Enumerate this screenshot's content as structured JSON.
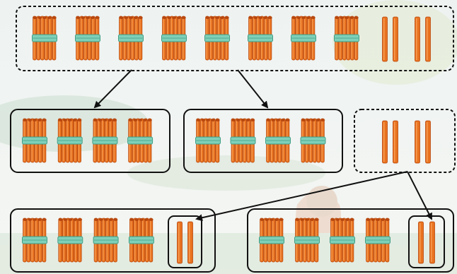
{
  "diagram": {
    "unit": "stick",
    "bundle_size": 10,
    "top_group": {
      "bundles": 8,
      "sticks": 4
    },
    "middle": [
      {
        "id": "left",
        "bundles": 4,
        "sticks": 0
      },
      {
        "id": "right",
        "bundles": 4,
        "sticks": 0
      },
      {
        "id": "leftover",
        "bundles": 0,
        "sticks": 4
      }
    ],
    "bottom": [
      {
        "id": "left",
        "bundles": 4,
        "sticks": 2
      },
      {
        "id": "right",
        "bundles": 4,
        "sticks": 2
      }
    ],
    "arrows": [
      {
        "from": "top",
        "to": "middle-left"
      },
      {
        "from": "top",
        "to": "middle-right"
      },
      {
        "from": "middle-leftover",
        "to": "bottom-left-sticks"
      },
      {
        "from": "middle-leftover",
        "to": "bottom-right-sticks"
      }
    ]
  },
  "colors": {
    "stick_body": "#e8721f",
    "stick_dark": "#b8480f",
    "stick_light": "#f7a15a",
    "band": "#7fd0b8",
    "band_dark": "#3f9d86",
    "outline": "#111111"
  }
}
